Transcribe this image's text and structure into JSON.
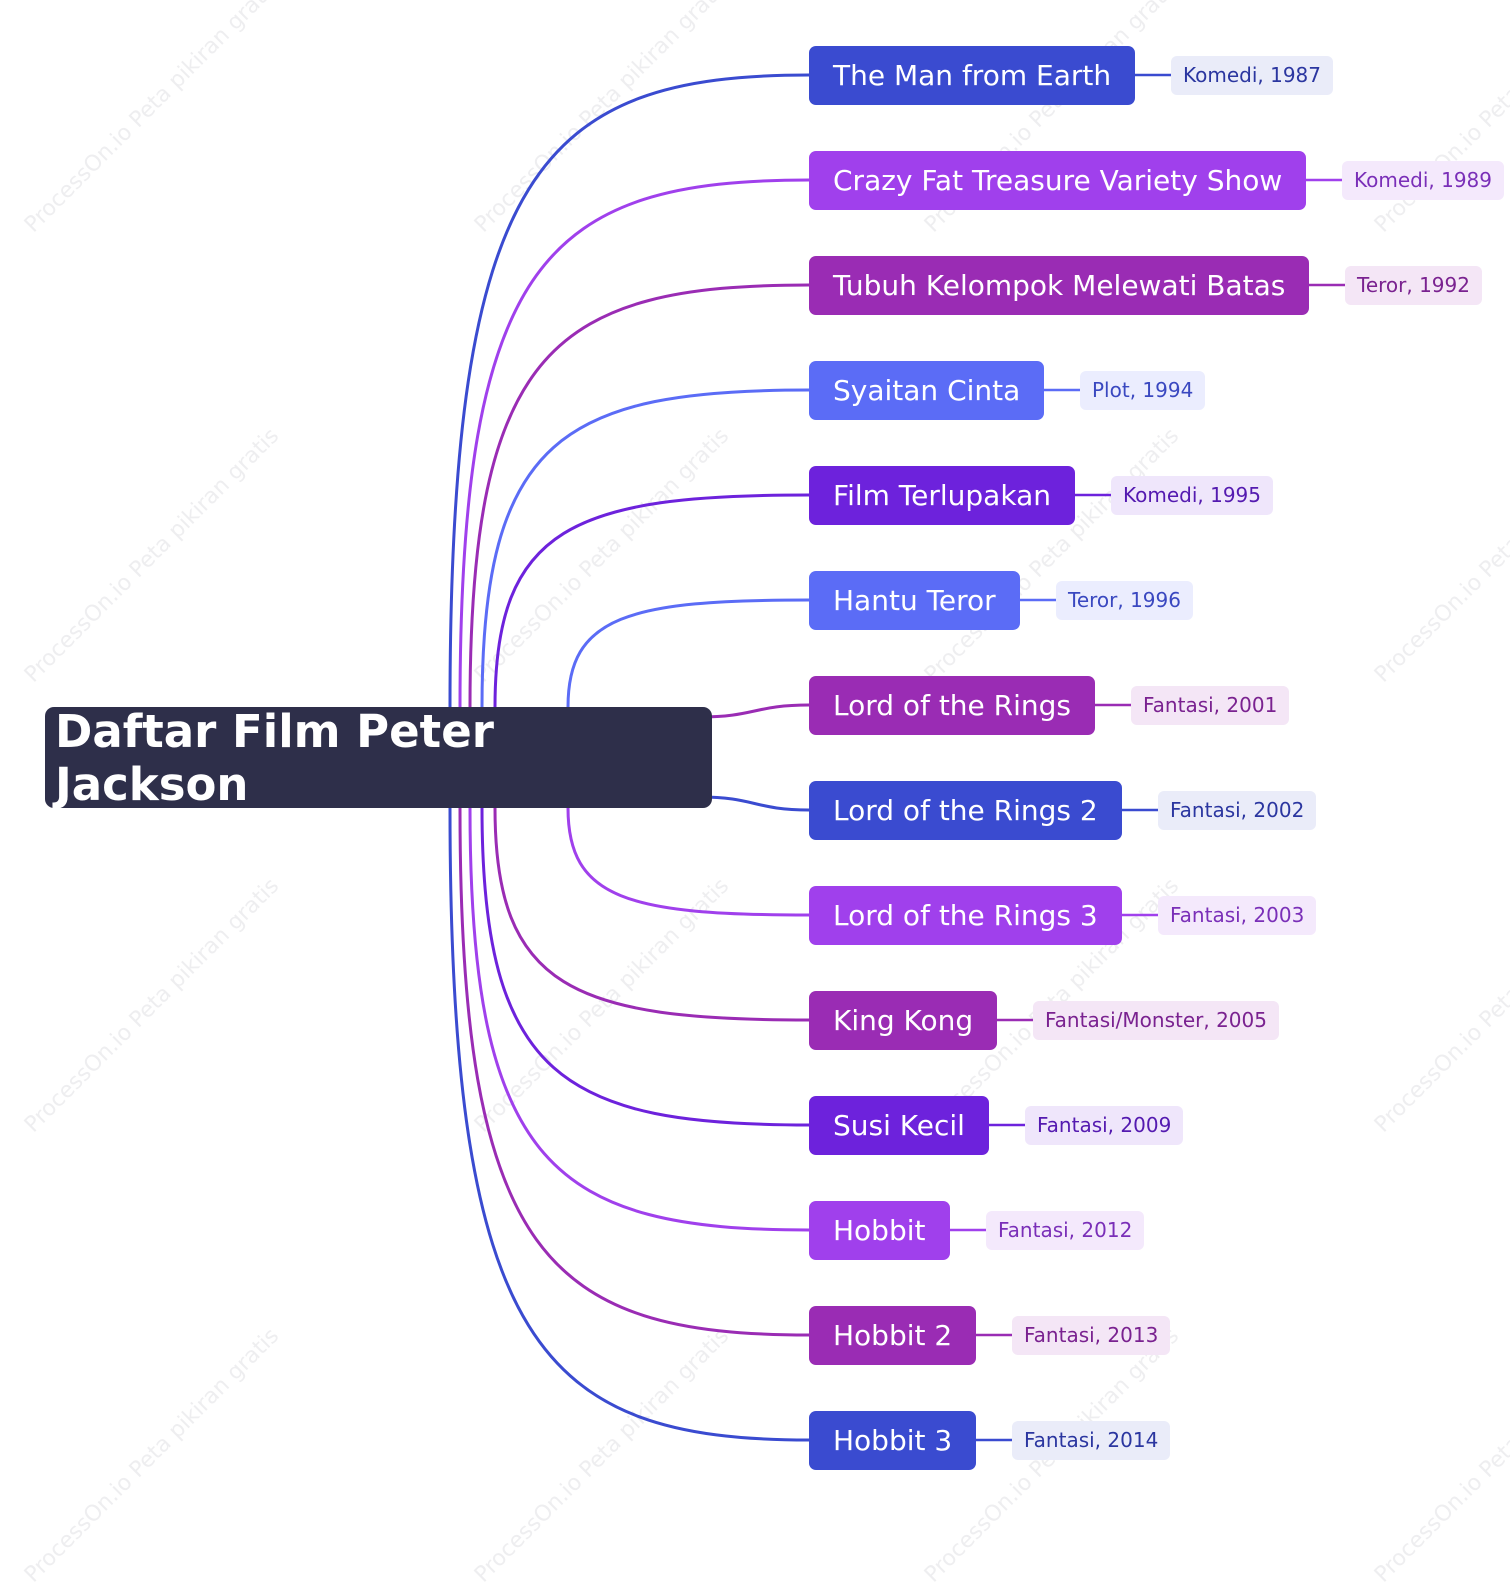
{
  "root": {
    "title": "Daftar Film Peter Jackson"
  },
  "watermark_text": "ProcessOn.io Peta pikiran gratis",
  "films": [
    {
      "title": "The Man from Earth",
      "info": "Komedi, 1987",
      "color": "#3a4bd0",
      "tag_bg": "#eaecf9",
      "tag_fg": "#2b36a0"
    },
    {
      "title": "Crazy Fat Treasure Variety Show",
      "info": "Komedi, 1989",
      "color": "#a040ec",
      "tag_bg": "#f4e9fc",
      "tag_fg": "#7a2fb8"
    },
    {
      "title": "Tubuh Kelompok Melewati Batas",
      "info": "Teror, 1992",
      "color": "#9a2cb4",
      "tag_bg": "#f4e6f6",
      "tag_fg": "#7a2290"
    },
    {
      "title": "Syaitan Cinta",
      "info": "Plot, 1994",
      "color": "#5b6cf6",
      "tag_bg": "#ebedfe",
      "tag_fg": "#3a48c0"
    },
    {
      "title": "Film Terlupakan",
      "info": "Komedi, 1995",
      "color": "#6d22dc",
      "tag_bg": "#efe6fb",
      "tag_fg": "#541ab0"
    },
    {
      "title": "Hantu Teror",
      "info": "Teror, 1996",
      "color": "#5b6cf6",
      "tag_bg": "#ebedfe",
      "tag_fg": "#3a48c0"
    },
    {
      "title": "Lord of the Rings",
      "info": "Fantasi, 2001",
      "color": "#9a2cb4",
      "tag_bg": "#f4e6f6",
      "tag_fg": "#7a2290"
    },
    {
      "title": "Lord of the Rings 2",
      "info": "Fantasi, 2002",
      "color": "#3a4bd0",
      "tag_bg": "#eaecf9",
      "tag_fg": "#2b36a0"
    },
    {
      "title": "Lord of the Rings 3",
      "info": "Fantasi, 2003",
      "color": "#a040ec",
      "tag_bg": "#f4e9fc",
      "tag_fg": "#7a2fb8"
    },
    {
      "title": "King Kong",
      "info": "Fantasi/Monster, 2005",
      "color": "#9a2cb4",
      "tag_bg": "#f4e6f6",
      "tag_fg": "#7a2290"
    },
    {
      "title": "Susi Kecil",
      "info": "Fantasi, 2009",
      "color": "#6d22dc",
      "tag_bg": "#efe6fb",
      "tag_fg": "#541ab0"
    },
    {
      "title": "Hobbit",
      "info": "Fantasi, 2012",
      "color": "#a040ec",
      "tag_bg": "#f4e9fc",
      "tag_fg": "#7a2fb8"
    },
    {
      "title": "Hobbit 2",
      "info": "Fantasi, 2013",
      "color": "#9a2cb4",
      "tag_bg": "#f4e6f6",
      "tag_fg": "#7a2290"
    },
    {
      "title": "Hobbit 3",
      "info": "Fantasi, 2014",
      "color": "#3a4bd0",
      "tag_bg": "#eaecf9",
      "tag_fg": "#2b36a0"
    }
  ]
}
